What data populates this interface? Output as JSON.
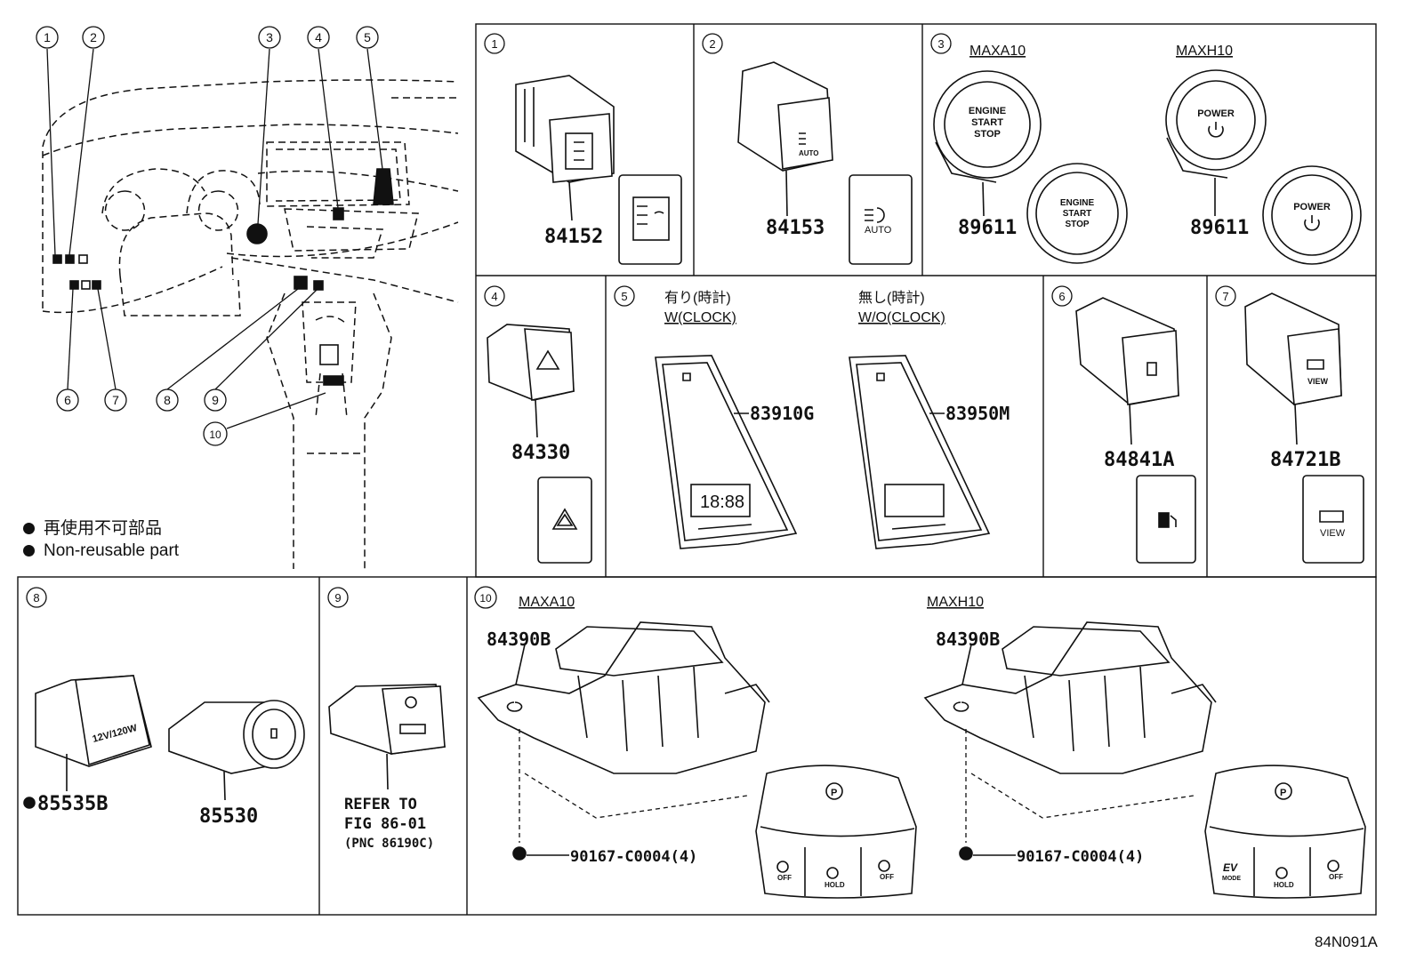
{
  "callouts": [
    "1",
    "2",
    "3",
    "4",
    "5",
    "6",
    "7",
    "8",
    "9",
    "10"
  ],
  "legend": {
    "jp": "再使用不可部品",
    "en": "Non-reusable part"
  },
  "panels": {
    "p1": {
      "num": "1",
      "part": "84152"
    },
    "p2": {
      "num": "2",
      "part": "84153",
      "icon_text": "AUTO"
    },
    "p3": {
      "num": "3",
      "variant_a": "MAXA10",
      "variant_b": "MAXH10",
      "part_a": "89611",
      "part_b": "89611",
      "engine_line1": "ENGINE",
      "engine_line2": "START",
      "engine_line3": "STOP",
      "power": "POWER"
    },
    "p4": {
      "num": "4",
      "part": "84330"
    },
    "p5": {
      "num": "5",
      "with_jp": "有り(時計)",
      "with_en": "W(CLOCK)",
      "without_jp": "無し(時計)",
      "without_en": "W/O(CLOCK)",
      "part_a": "83910G",
      "part_b": "83950M",
      "clock": "18:88"
    },
    "p6": {
      "num": "6",
      "part": "84841A"
    },
    "p7": {
      "num": "7",
      "part": "84721B",
      "icon_text": "VIEW"
    },
    "p8": {
      "num": "8",
      "part_a": "85535B",
      "part_b": "85530",
      "socket_text": "12V/120W"
    },
    "p9": {
      "num": "9",
      "ref1": "REFER TO",
      "ref2": "FIG 86-01",
      "ref3": "(PNC 86190C)"
    },
    "p10": {
      "num": "10",
      "variant_a": "MAXA10",
      "variant_b": "MAXH10",
      "part_a": "84390B",
      "part_b": "84390B",
      "bolt_a": "90167-C0004(4)",
      "bolt_b": "90167-C0004(4)",
      "btn_off": "OFF",
      "btn_hold": "HOLD",
      "btn_ev": "EV",
      "btn_mode": "MODE"
    }
  },
  "diagram_id": "84N091A"
}
